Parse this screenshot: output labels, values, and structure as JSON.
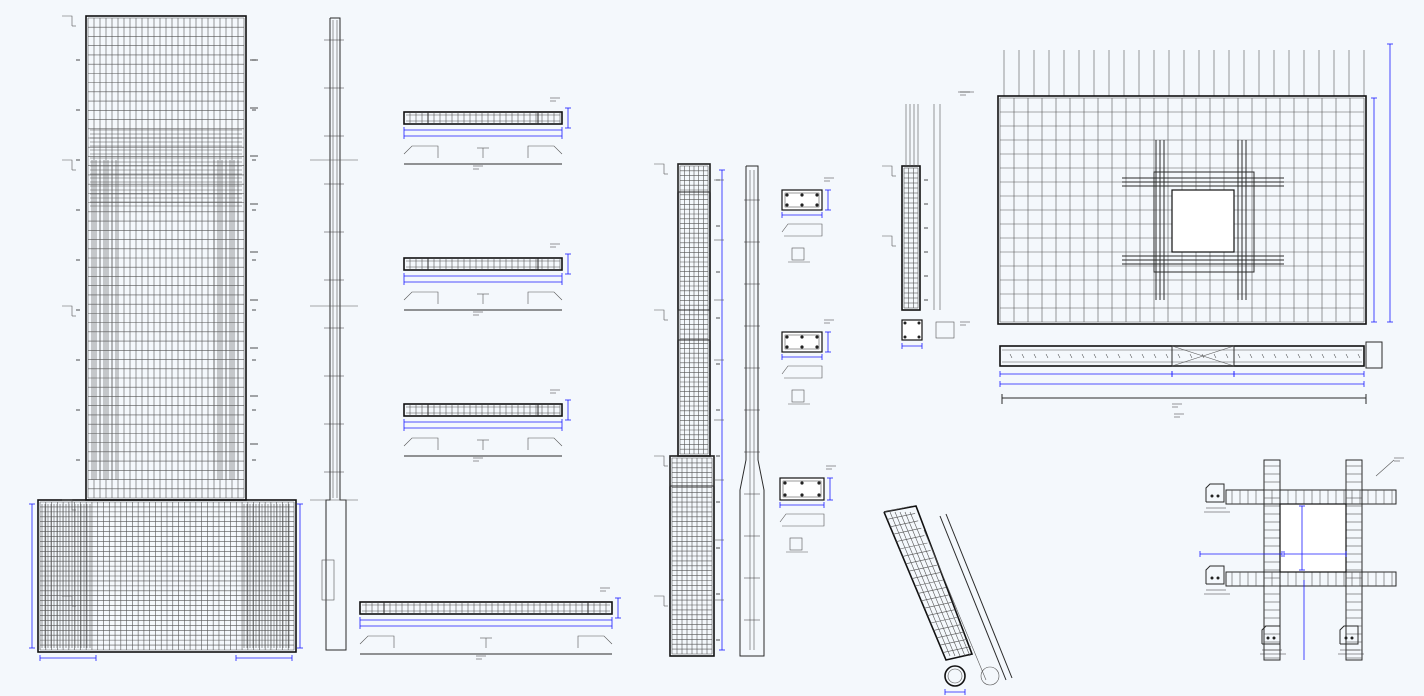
{
  "drawing": {
    "background": "#f4f8fc",
    "line_color": "#2a2a2a",
    "dimension_color": "#1a1aff",
    "views": [
      "wall-elevation-left",
      "wall-edge-profile",
      "beam-detail-1",
      "beam-detail-2",
      "beam-detail-3",
      "beam-detail-4-long",
      "column-elevation",
      "column-edge-profile",
      "column-section-1",
      "column-section-2",
      "column-section-3",
      "small-column-elevation",
      "small-column-section",
      "inclined-pile",
      "pile-section",
      "slab-plan-with-opening",
      "slab-section",
      "opening-corner-detail"
    ]
  }
}
